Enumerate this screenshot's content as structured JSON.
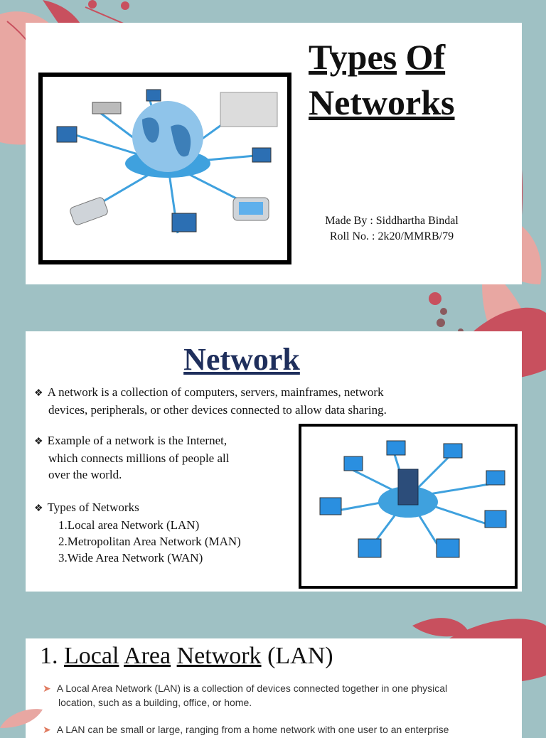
{
  "slide1": {
    "title_line1_word1": "Types",
    "title_line1_word2": "Of",
    "title_line2": "Networks",
    "made_by": "Made By : Siddhartha Bindal",
    "roll_no": "Roll No. : 2k20/MMRB/79"
  },
  "slide2": {
    "title": "Network",
    "bullet1_line1": "A network is a collection of computers, servers, mainframes, network",
    "bullet1_line2": "devices, peripherals, or other devices connected to allow data sharing.",
    "bullet2_line1": "Example of a network is the Internet,",
    "bullet2_line2": "which connects millions of people all",
    "bullet2_line3": "over the world.",
    "bullet3_heading": "Types of Networks",
    "types": [
      "1.Local area Network (LAN)",
      "2.Metropolitan Area Network (MAN)",
      "3.Wide Area Network (WAN)"
    ]
  },
  "slide3": {
    "number": "1.",
    "title_words": [
      "Local",
      "Area",
      "Network",
      "(LAN)"
    ],
    "bullet1_line1": "A Local Area Network (LAN) is a collection of devices connected together in one physical",
    "bullet1_line2": "location, such as a building, office, or home.",
    "bullet2_line1": "A LAN can be small or large, ranging from a home network with one user to an enterprise"
  },
  "colors": {
    "background": "#9fc1c4",
    "leaf_pink": "#e8a7a2",
    "leaf_red": "#c8505e",
    "network_title": "#1f2f5c",
    "arrow_bullet": "#e07a5f"
  }
}
